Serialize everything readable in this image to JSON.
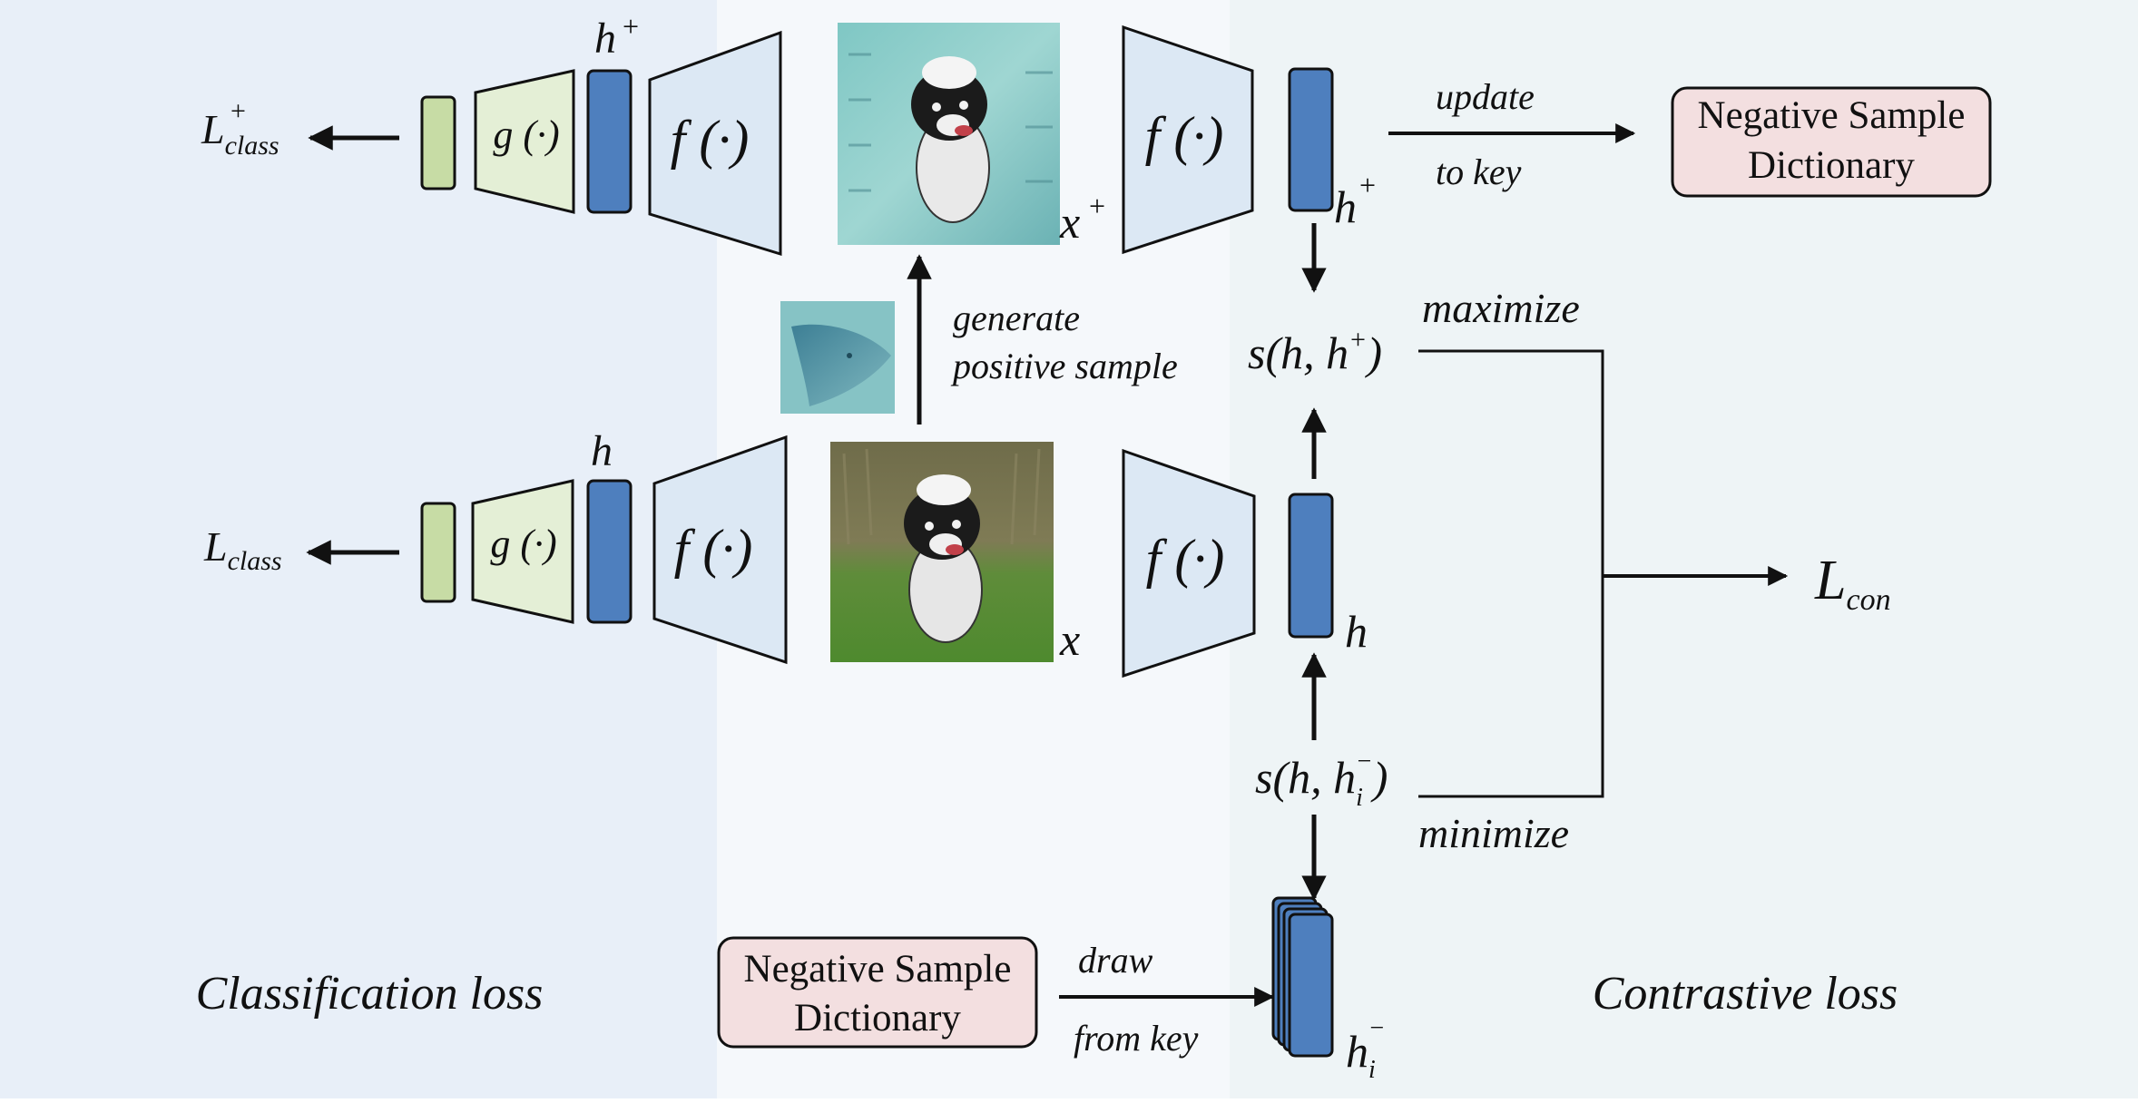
{
  "colors": {
    "left_panel": "#e8eff8",
    "mid_panel": "#f5f8fb",
    "right_panel": "#eef4f6",
    "encoder_fill": "#dce8f4",
    "g_fill": "#e4efd6",
    "small_green": "#c7dca5",
    "h_block": "#4e7fbe",
    "dict_fill": "#f3dfe0",
    "stroke": "#111111"
  },
  "sections": {
    "classification": "Classification loss",
    "contrastive": "Contrastive loss"
  },
  "top_branch": {
    "loss_base": "L",
    "loss_sup": "+",
    "loss_sub": "class",
    "g": "g (·)",
    "h_base": "h",
    "h_sup": "+",
    "f_left": "f (·)",
    "x_base": "x",
    "x_sup": "+",
    "f_right": "f (·)",
    "hr_base": "h",
    "hr_sup": "+",
    "update_label": "update",
    "to_key_label": "to key",
    "dict_line1": "Negative Sample",
    "dict_line2": "Dictionary"
  },
  "bottom_branch": {
    "loss_base": "L",
    "loss_sub": "class",
    "g": "g (·)",
    "h": "h",
    "f_left": "f (·)",
    "x": "x",
    "f_right": "f (·)",
    "hr": "h"
  },
  "generate": {
    "line1": "generate",
    "line2": "positive sample"
  },
  "similarity": {
    "pos_pre": "s(h, h",
    "pos_sup": "+",
    "pos_post": ")",
    "neg_pre": "s(h, h",
    "neg_sub": "i",
    "neg_sup": "−",
    "neg_post": ")",
    "maximize": "maximize",
    "minimize": "minimize",
    "out_base": "L",
    "out_sub": "con"
  },
  "negatives": {
    "base": "h",
    "sub": "i",
    "sup": "−",
    "draw_label": "draw",
    "from_key_label": "from key",
    "dict_line1": "Negative Sample",
    "dict_line2": "Dictionary"
  }
}
